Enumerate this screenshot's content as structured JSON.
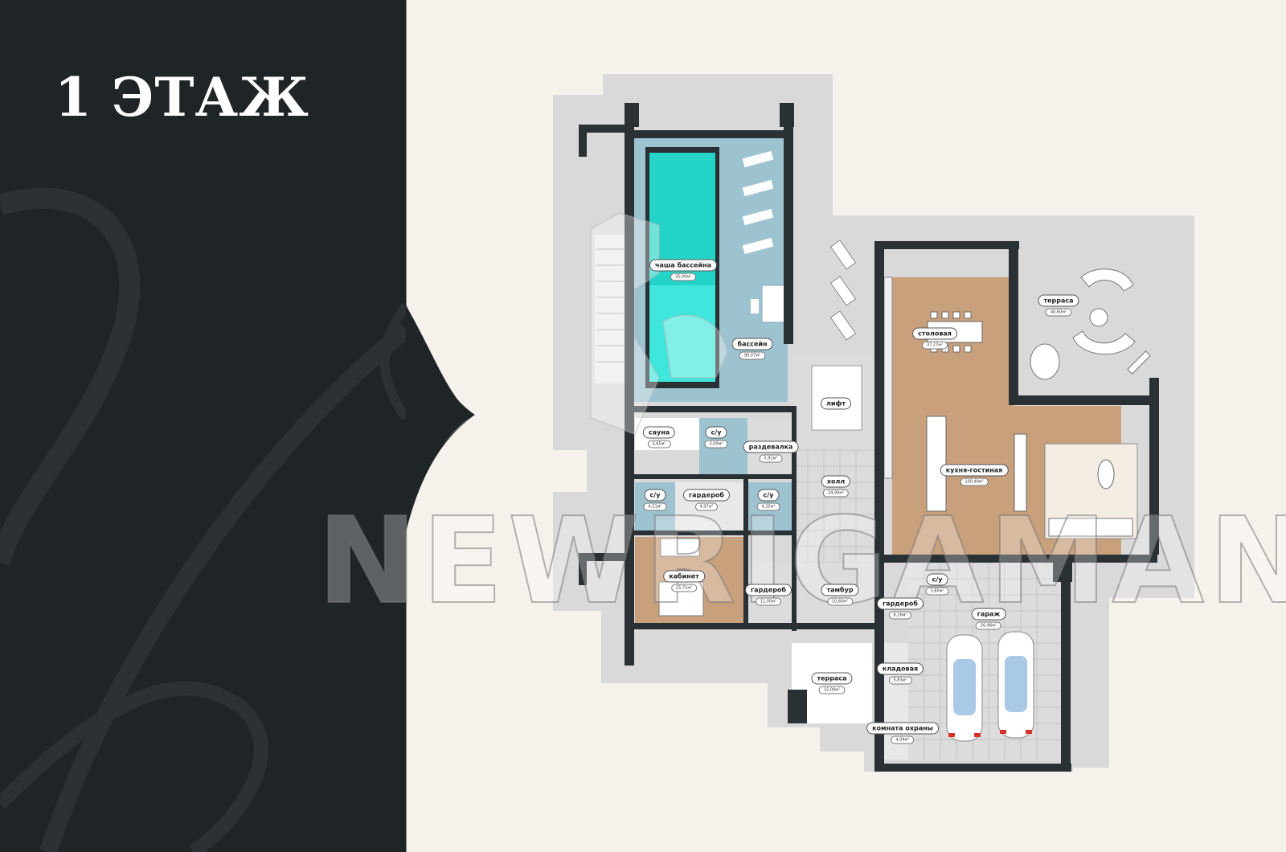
{
  "floor_title": "1 ЭТАЖ",
  "watermark": "NEWRIGAMAN",
  "rooms": [
    {
      "name": "чаша бассейна",
      "area": "35,00м²"
    },
    {
      "name": "бассейн",
      "area": "90,07м²"
    },
    {
      "name": "сауна",
      "area": "5,65м²"
    },
    {
      "name": "с/у",
      "area": "3,00м²"
    },
    {
      "name": "раздевалка",
      "area": "5,91м²"
    },
    {
      "name": "лифт",
      "area": ""
    },
    {
      "name": "холл",
      "area": "24,90м²"
    },
    {
      "name": "с/у",
      "area": "4,51м²"
    },
    {
      "name": "гардероб",
      "area": "4,97м²"
    },
    {
      "name": "с/у",
      "area": "4,35м²"
    },
    {
      "name": "кабинет",
      "area": "25,71м²"
    },
    {
      "name": "гардероб",
      "area": "11,00м²"
    },
    {
      "name": "тамбур",
      "area": "10,60м²"
    },
    {
      "name": "гардероб",
      "area": "6,16м²"
    },
    {
      "name": "с/у",
      "area": "3,80м²"
    },
    {
      "name": "гараж",
      "area": "50,96м²"
    },
    {
      "name": "кладовая",
      "area": "5,83м²"
    },
    {
      "name": "комната охраны",
      "area": "4,04м²"
    },
    {
      "name": "терраса",
      "area": "15,00м²"
    },
    {
      "name": "столовая",
      "area": "37,27м²"
    },
    {
      "name": "кухня-гостиная",
      "area": "100,40м²"
    },
    {
      "name": "терраса",
      "area": "40,60м²"
    }
  ]
}
